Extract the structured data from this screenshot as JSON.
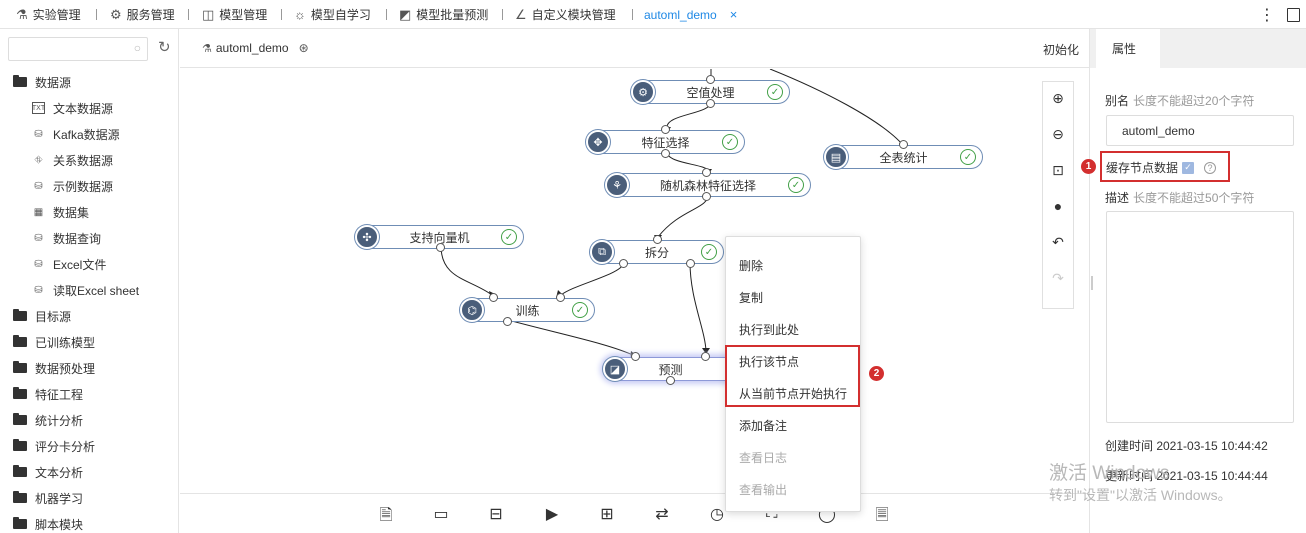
{
  "tabs": [
    {
      "icon": "flask-icon",
      "label": "实验管理"
    },
    {
      "icon": "service-icon",
      "label": "服务管理"
    },
    {
      "icon": "chart-icon",
      "label": "模型管理"
    },
    {
      "icon": "bulb-icon",
      "label": "模型自学习"
    },
    {
      "icon": "line-chart-icon",
      "label": "模型批量预测"
    },
    {
      "icon": "custom-module-icon",
      "label": "自定义模块管理"
    },
    {
      "icon": "",
      "label": "automl_demo",
      "active": true,
      "close": "×"
    }
  ],
  "sidebar": {
    "search_placeholder": "",
    "tree": [
      {
        "type": "folder",
        "label": "数据源"
      },
      {
        "type": "child",
        "label": "文本数据源",
        "icon": "text-source-icon"
      },
      {
        "type": "child",
        "label": "Kafka数据源",
        "icon": "kafka-icon"
      },
      {
        "type": "child",
        "label": "关系数据源",
        "icon": "relational-icon"
      },
      {
        "type": "child",
        "label": "示例数据源",
        "icon": "sample-icon"
      },
      {
        "type": "child",
        "label": "数据集",
        "icon": "dataset-icon"
      },
      {
        "type": "child",
        "label": "数据查询",
        "icon": "query-icon"
      },
      {
        "type": "child",
        "label": "Excel文件",
        "icon": "excel-icon"
      },
      {
        "type": "child",
        "label": "读取Excel sheet",
        "icon": "excel-sheet-icon"
      },
      {
        "type": "folder",
        "label": "目标源"
      },
      {
        "type": "folder",
        "label": "已训练模型"
      },
      {
        "type": "folder",
        "label": "数据预处理"
      },
      {
        "type": "folder",
        "label": "特征工程"
      },
      {
        "type": "folder",
        "label": "统计分析"
      },
      {
        "type": "folder",
        "label": "评分卡分析"
      },
      {
        "type": "folder",
        "label": "文本分析"
      },
      {
        "type": "folder",
        "label": "机器学习"
      },
      {
        "type": "folder",
        "label": "脚本模块"
      }
    ]
  },
  "canvas": {
    "title": "automl_demo",
    "init_label": "初始化",
    "nodes": [
      {
        "label": "空值处理",
        "icon": "null-handle-icon",
        "status": "ok"
      },
      {
        "label": "特征选择",
        "icon": "feature-select-icon",
        "status": "ok"
      },
      {
        "label": "全表统计",
        "icon": "table-stats-icon",
        "status": "ok"
      },
      {
        "label": "随机森林特征选择",
        "icon": "random-forest-icon",
        "status": "ok"
      },
      {
        "label": "支持向量机",
        "icon": "svm-icon",
        "status": "ok"
      },
      {
        "label": "拆分",
        "icon": "split-icon",
        "status": "ok"
      },
      {
        "label": "训练",
        "icon": "train-icon",
        "status": "ok"
      },
      {
        "label": "预测",
        "icon": "predict-icon",
        "status": "selected"
      }
    ]
  },
  "context_menu": {
    "items": [
      {
        "label": "删除",
        "enabled": true
      },
      {
        "label": "复制",
        "enabled": true
      },
      {
        "label": "执行到此处",
        "enabled": true
      },
      {
        "label": "执行该节点",
        "enabled": true
      },
      {
        "label": "从当前节点开始执行",
        "enabled": true
      },
      {
        "label": "添加备注",
        "enabled": true
      },
      {
        "label": "查看日志",
        "enabled": false
      },
      {
        "label": "查看输出",
        "enabled": false
      }
    ]
  },
  "annotations": {
    "badge1": "1",
    "badge2": "2"
  },
  "properties": {
    "tab_label": "属性",
    "alias_label": "别名",
    "alias_hint": "长度不能超过20个字符",
    "alias_value": "automl_demo",
    "cache_label": "缓存节点数据",
    "desc_label": "描述",
    "desc_hint": "长度不能超过50个字符",
    "created": "创建时间 2021-03-15 10:44:42",
    "updated": "更新时间 2021-03-15 10:44:44"
  },
  "watermark": {
    "line1": "激活 Windows",
    "line2": "转到\"设置\"以激活 Windows。"
  },
  "colors": {
    "accent": "#1e88e5",
    "node_icon": "#4a5e7a",
    "ok": "#43a047",
    "highlight": "#d32f2f"
  }
}
